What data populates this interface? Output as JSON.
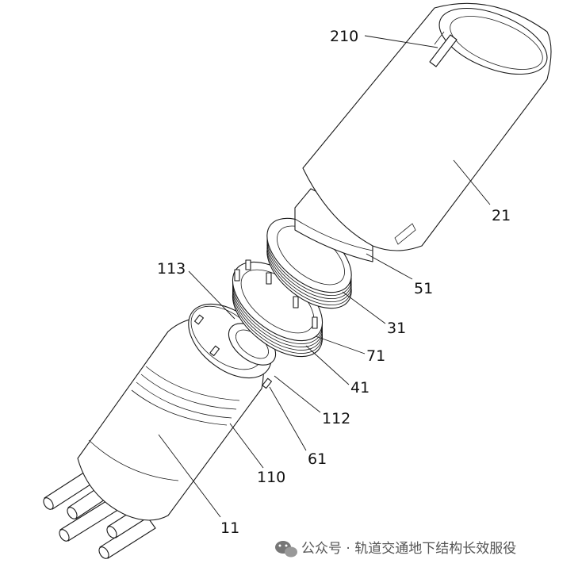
{
  "diagram": {
    "callouts": [
      {
        "id": "c210",
        "text": "210"
      },
      {
        "id": "c21",
        "text": "21"
      },
      {
        "id": "c51",
        "text": "51"
      },
      {
        "id": "c31",
        "text": "31"
      },
      {
        "id": "c113",
        "text": "113"
      },
      {
        "id": "c71",
        "text": "71"
      },
      {
        "id": "c41",
        "text": "41"
      },
      {
        "id": "c112",
        "text": "112"
      },
      {
        "id": "c61",
        "text": "61"
      },
      {
        "id": "c110",
        "text": "110"
      },
      {
        "id": "c11",
        "text": "11"
      }
    ]
  },
  "watermark": {
    "text": "公众号 · 轨道交通地下结构长效服役",
    "icon": "wechat-icon",
    "color": "#555555"
  }
}
